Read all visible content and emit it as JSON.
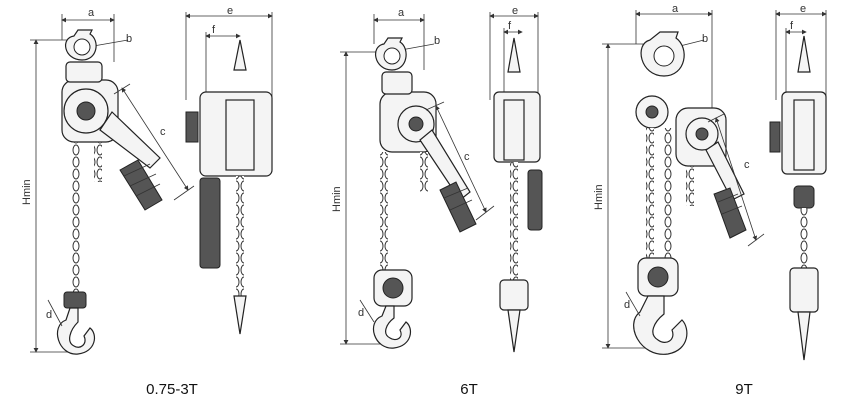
{
  "dimension_labels": {
    "a": "a",
    "b": "b",
    "c": "c",
    "d": "d",
    "e": "e",
    "f": "f",
    "hmin": "Hmin"
  },
  "models": [
    {
      "caption": "0.75-3T"
    },
    {
      "caption": "6T"
    },
    {
      "caption": "9T"
    }
  ]
}
